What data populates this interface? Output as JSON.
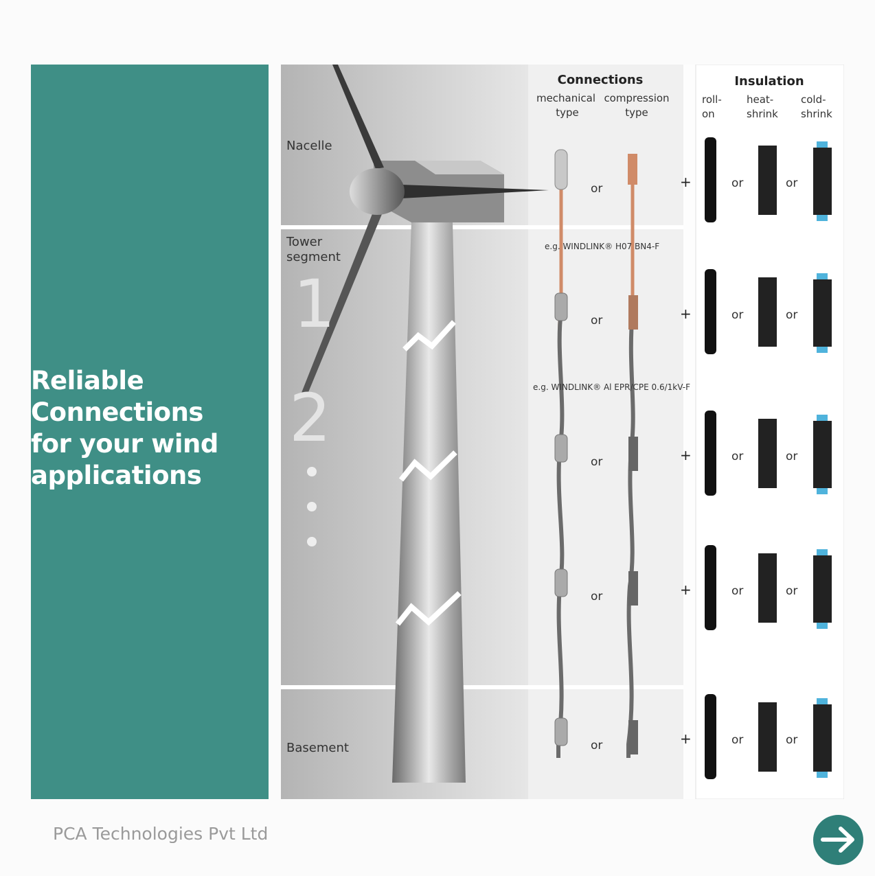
{
  "headline": [
    "Reliable",
    "Connections",
    "for your wind",
    "applications"
  ],
  "footer": "PCA Technologies Pvt Ltd",
  "next_button_icon": "arrow-right-icon",
  "colors": {
    "teal": "#3f8f86",
    "button": "#2f7f78",
    "copper": "#d08b68",
    "cable_grey": "#6b6b6b",
    "cold_shrink_blue": "#4fb3dc"
  },
  "diagram": {
    "sections": {
      "nacelle": "Nacelle",
      "tower": [
        "Tower",
        "segment"
      ],
      "basement": "Basement",
      "segment_numbers": [
        "1",
        "2"
      ]
    },
    "connections": {
      "title": "Connections",
      "mechanical": [
        "mechanical",
        "type"
      ],
      "compression": [
        "compression",
        "type"
      ]
    },
    "insulation": {
      "title": "Insulation",
      "roll_on": [
        "roll-",
        "on"
      ],
      "heat_shrink": [
        "heat-",
        "shrink"
      ],
      "cold_shrink": [
        "cold-",
        "shrink"
      ]
    },
    "cable_labels": [
      "e.g. WINDLINK® H07 BN4-F",
      "e.g. WINDLINK® Al EPR/CPE 0.6/1kV-F"
    ],
    "or": "or",
    "plus": "+"
  }
}
